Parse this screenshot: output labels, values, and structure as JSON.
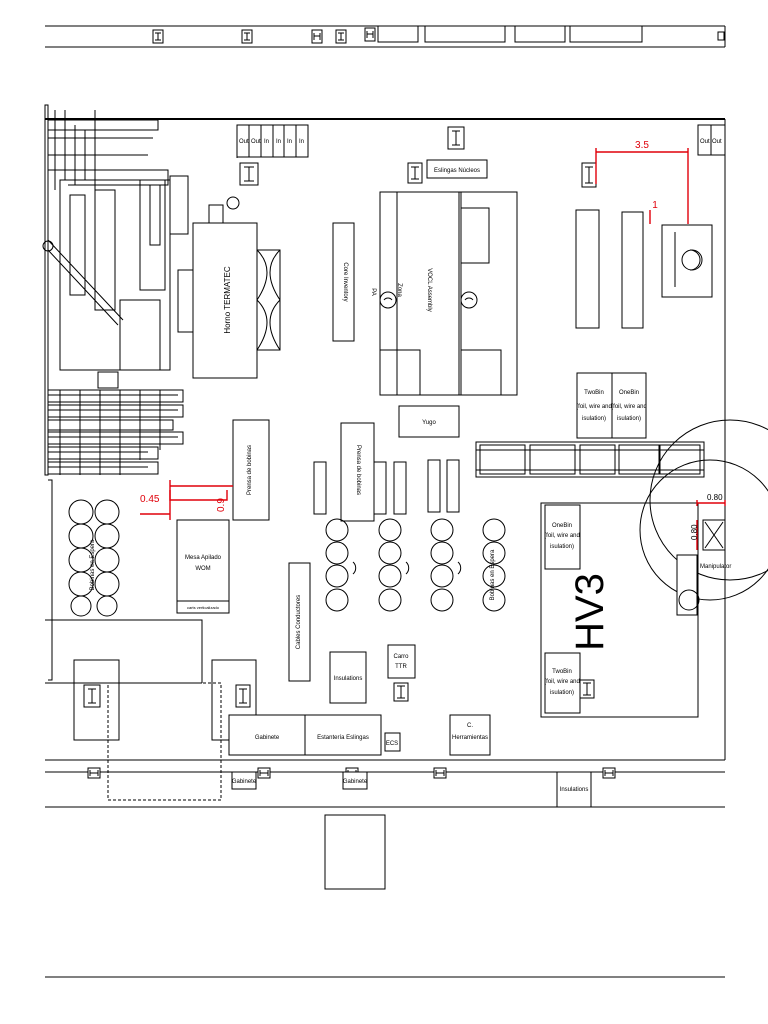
{
  "colors": {
    "lines": "#000000",
    "dimensions": "#e0000a",
    "background": "#ffffff"
  },
  "top_slots": {
    "out1": "Out",
    "out2": "Out",
    "in1": "In",
    "in2": "In",
    "in3": "In",
    "in4": "In"
  },
  "right_slots": {
    "out1": "Out",
    "out2": "Out"
  },
  "labels": {
    "horno": "Horno TERMATEC",
    "eslingas_nucleos": "Eslingas Núcleos",
    "core_inventory": "Core Inventory",
    "vocl": "VOCL Assembly",
    "zona": "Zona",
    "pa": "PA",
    "yugo": "Yugo",
    "prensa1": "Prensa de bobinas",
    "prensa2": "Prensa de bobinas",
    "mesa_apilado": "Mesa Apilado",
    "wom": "WOM",
    "carts": "carts verticalizado",
    "cables": "Cables Conductores",
    "insulations1": "Insulations",
    "carro": "Carro",
    "ttr": "TTR",
    "gabinete1": "Gabinete",
    "estanteria": "Estantería Eslingas",
    "ecs": "ECS",
    "c_herr1": "C.",
    "c_herr2": "Herramientas",
    "gabinete2": "Gabinete",
    "gabinete3": "Gabinete",
    "insulations2": "Insulations",
    "twobin_top_1": "TwoBin",
    "twobin_top_2": "(foil, wire and",
    "twobin_top_3": "isulation)",
    "onebin_top_1": "OneBin",
    "onebin_top_2": "(foil, wire and",
    "onebin_top_3": "isulation)",
    "onebin_side_1": "OneBin",
    "onebin_side_2": "(foil, wire and",
    "onebin_side_3": "isulation)",
    "twobin_side_1": "TwoBin",
    "twobin_side_2": "(foil, wire and",
    "twobin_side_3": "isulation)",
    "hv3": "HV3",
    "manipulator": "Manipulator",
    "espera_left": "Bobinas en Espera",
    "espera_right": "Bobinas en Espera"
  },
  "dimensions": {
    "d1": "3.5",
    "d2": "1",
    "d3": "0.45",
    "d4": "0.9",
    "d5": "0.80",
    "d6": "0.80"
  }
}
